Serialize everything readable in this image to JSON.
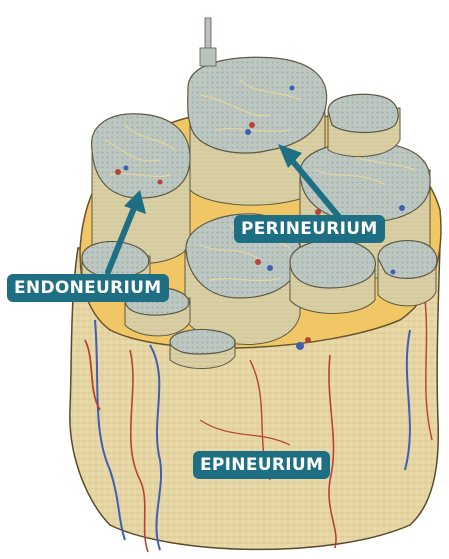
{
  "labels": {
    "perineurium": "PERINEURIUM",
    "endoneurium": "ENDONEURIUM",
    "epineurium": "EPINEURIUM"
  },
  "colors": {
    "label_bg": "#1f6f84",
    "label_text": "#ffffff",
    "epineurium_tan": "#e8d9a6",
    "fascicle_gray": "#b9c3bd",
    "fat_orange": "#f2c15a",
    "artery_red": "#b8413a",
    "vein_blue": "#3e5fb4"
  }
}
